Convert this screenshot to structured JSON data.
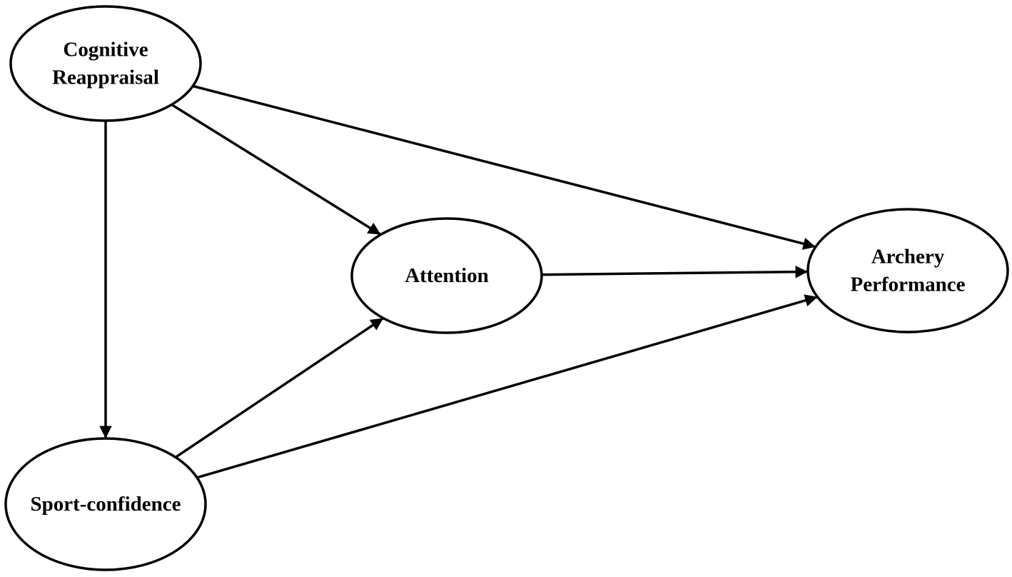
{
  "nodes": [
    {
      "id": "cognitive-reappraisal",
      "lines": [
        "Cognitive",
        "Reappraisal"
      ]
    },
    {
      "id": "attention",
      "lines": [
        "Attention"
      ]
    },
    {
      "id": "archery-performance",
      "lines": [
        "Archery",
        "Performance"
      ]
    },
    {
      "id": "sport-confidence",
      "lines": [
        "Sport-confidence"
      ]
    }
  ],
  "edges": [
    {
      "from": "cognitive-reappraisal",
      "to": "sport-confidence"
    },
    {
      "from": "cognitive-reappraisal",
      "to": "attention"
    },
    {
      "from": "cognitive-reappraisal",
      "to": "archery-performance"
    },
    {
      "from": "sport-confidence",
      "to": "attention"
    },
    {
      "from": "sport-confidence",
      "to": "archery-performance"
    },
    {
      "from": "attention",
      "to": "archery-performance"
    }
  ]
}
